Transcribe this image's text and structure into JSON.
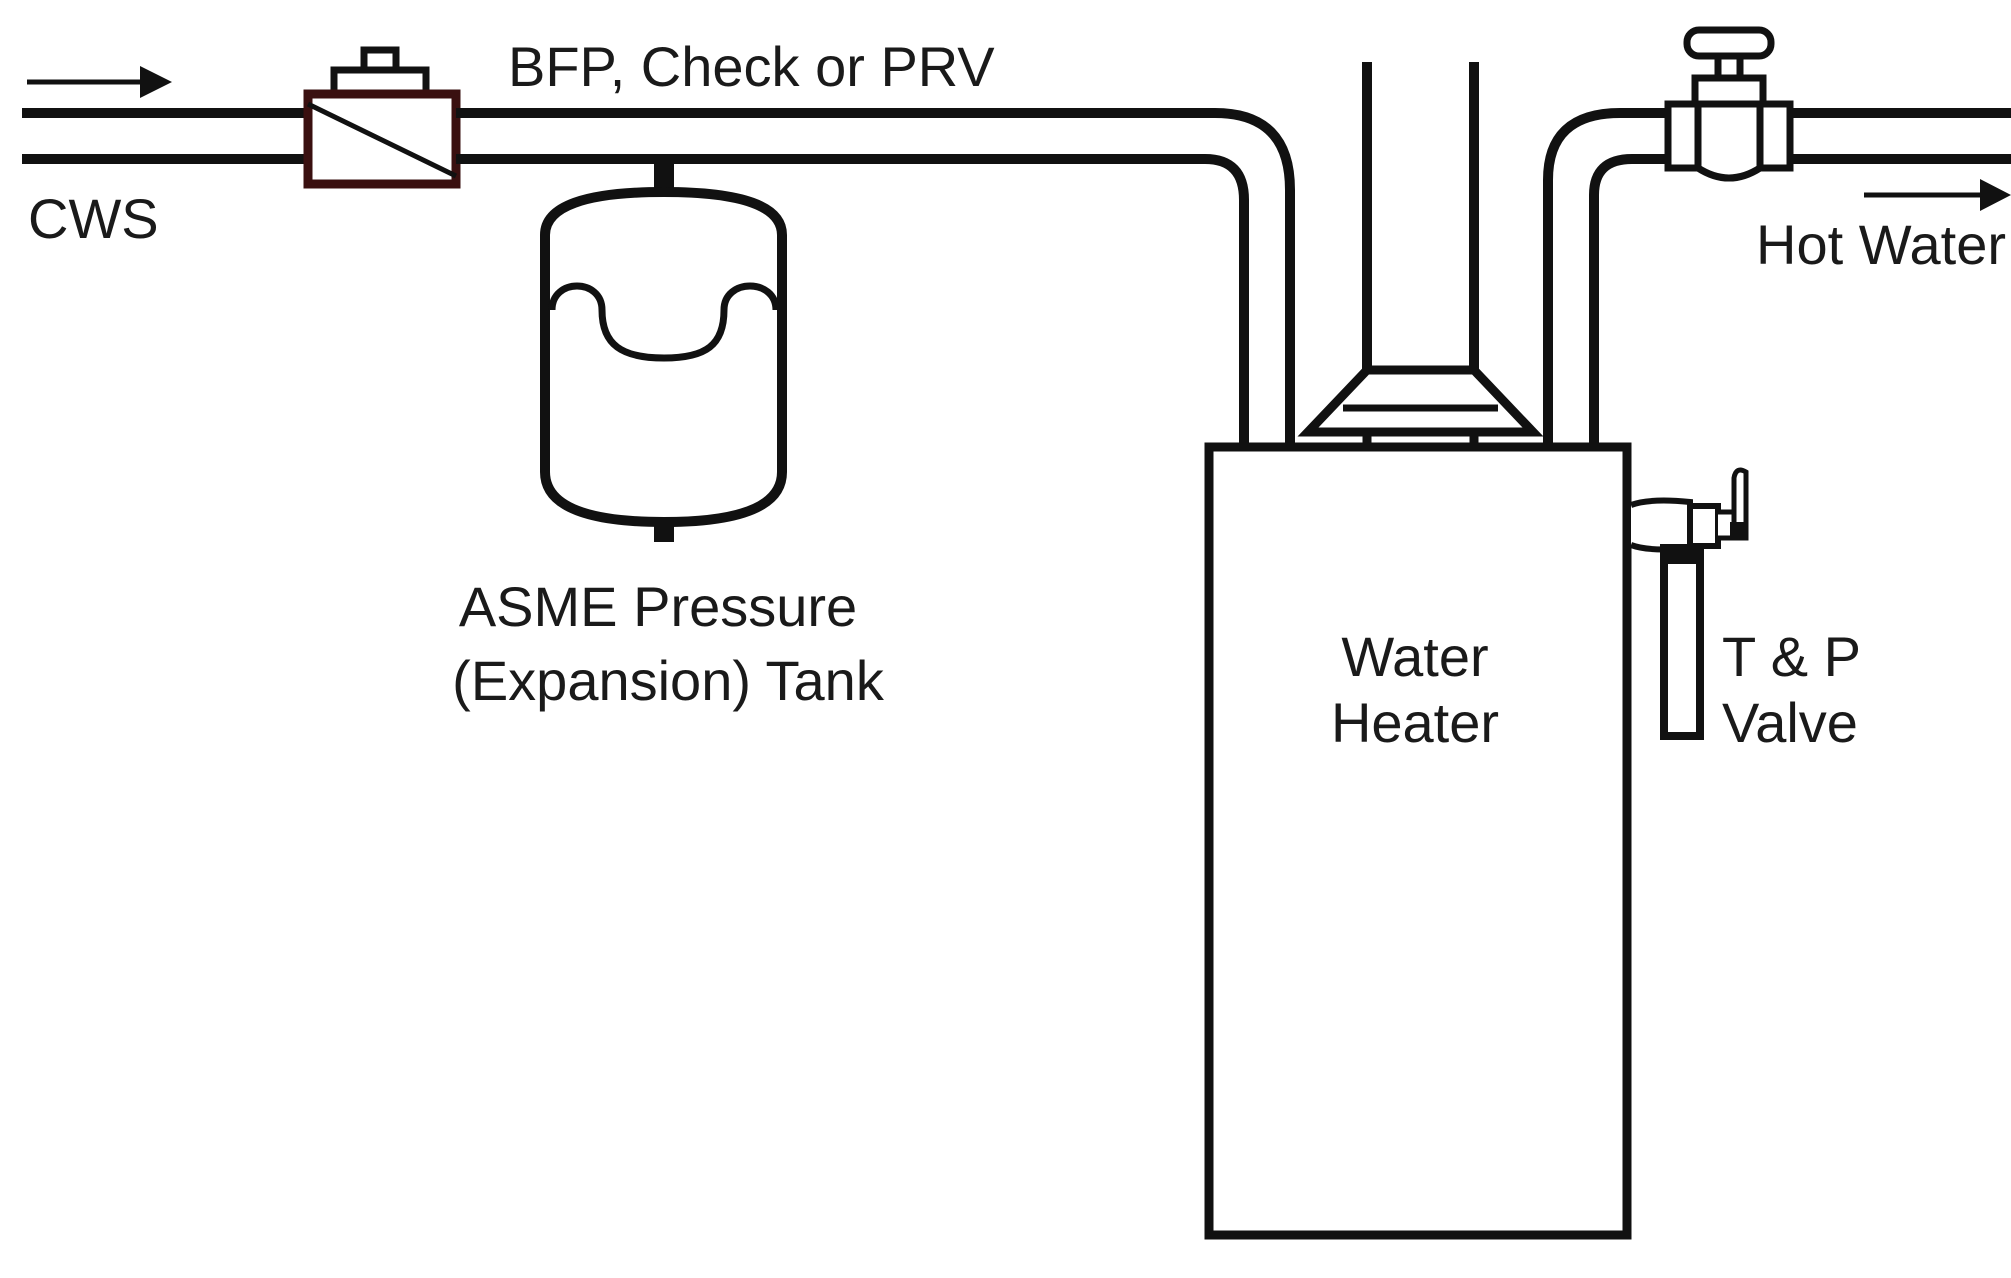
{
  "labels": {
    "cws": "CWS",
    "bfp": "BFP, Check or PRV",
    "tank_line1": "ASME Pressure",
    "tank_line2": "(Expansion) Tank",
    "heater_line1": "Water",
    "heater_line2": "Heater",
    "tp_line1": "T & P",
    "tp_line2": "Valve",
    "hot_water": "Hot Water"
  },
  "colors": {
    "stroke": "#111111",
    "text": "#1a1a1a",
    "valve_outline": "#3a1010",
    "background": "#ffffff"
  }
}
